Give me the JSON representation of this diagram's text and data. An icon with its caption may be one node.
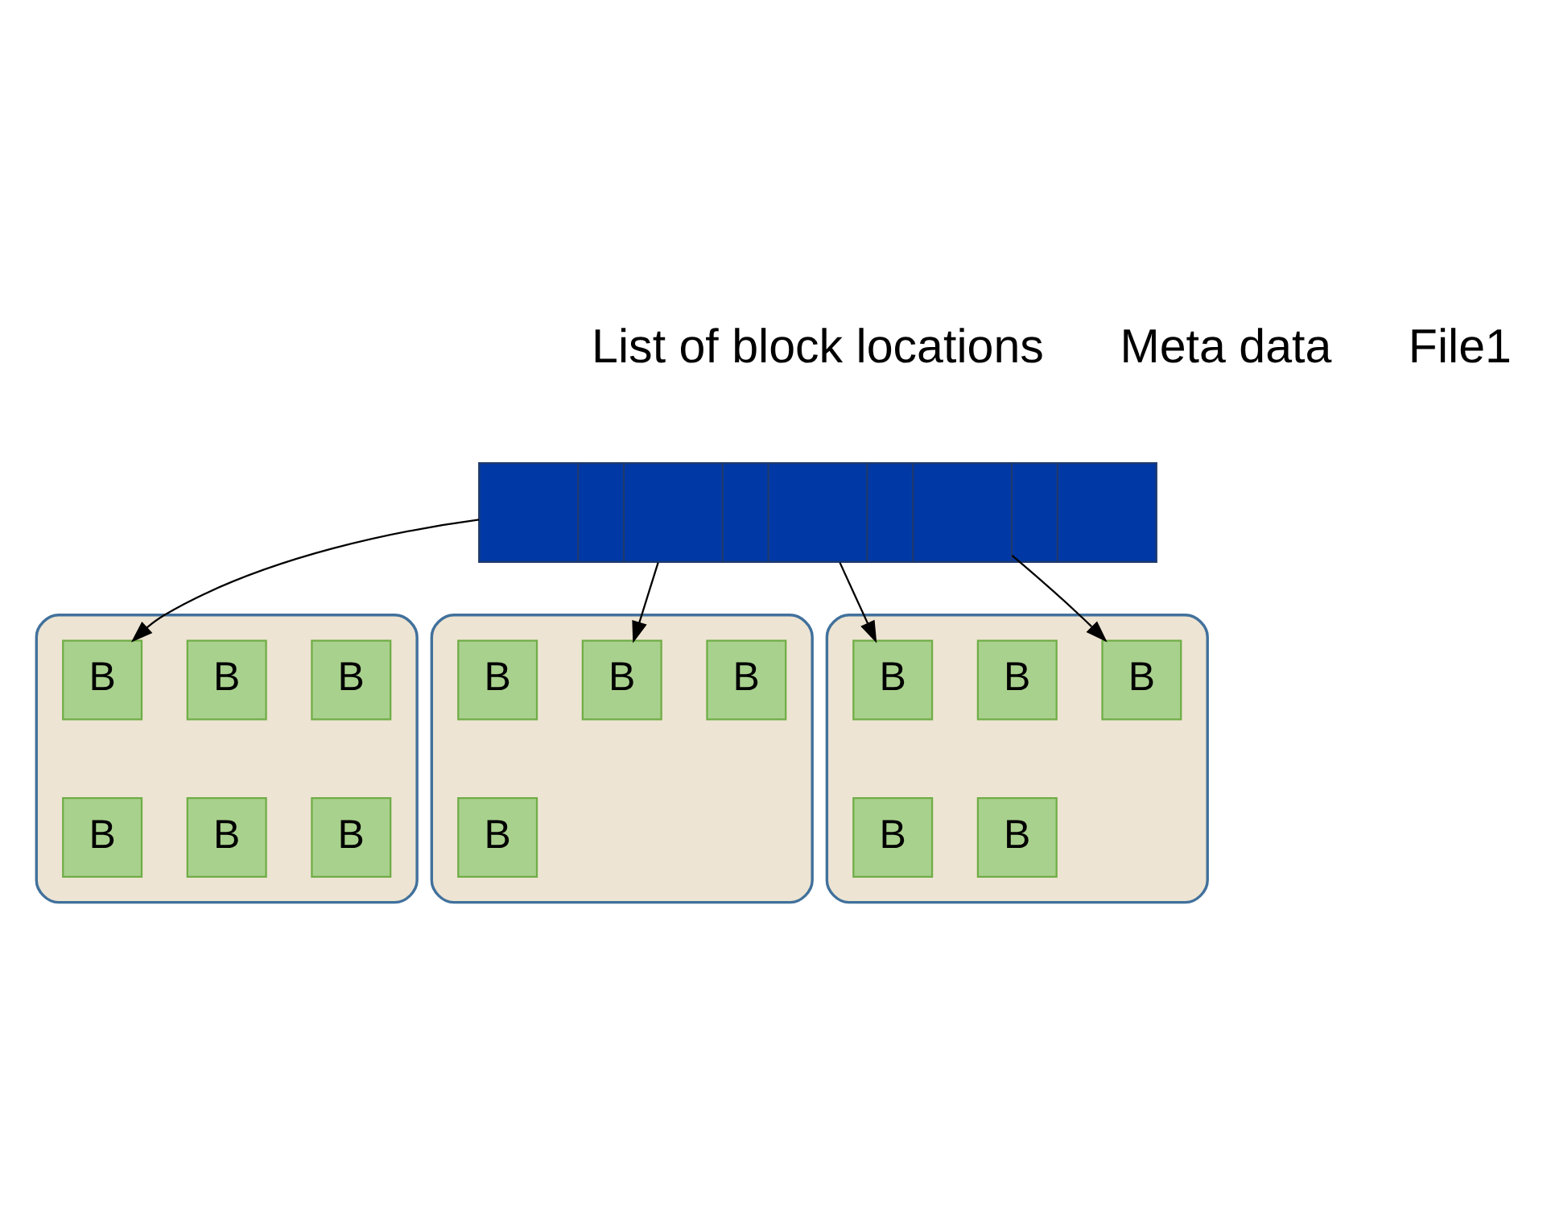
{
  "diagram": {
    "nodes": [
      {
        "text": [],
        "shape": "bar"
      },
      {
        "text": [],
        "shape": "box",
        "in": 0
      },
      {
        "text": [],
        "shape": "box",
        "in": 0
      },
      {
        "text": [],
        "shape": "box",
        "in": 0
      },
      {
        "text": [],
        "shape": "box",
        "in": 0
      },
      {
        "text": [],
        "shape": "box",
        "in": 0
      },
      {
        "text": [],
        "shape": "cylinder"
      },
      {
        "text": [
          "B"
        ],
        "in": 6
      },
      {
        "text": [
          "B"
        ],
        "in": 6
      },
      {
        "text": [
          "B"
        ],
        "in": 6
      },
      {
        "text": [
          "B"
        ],
        "in": 6
      },
      {
        "text": [
          "B"
        ],
        "in": 6
      },
      {
        "text": [
          "B"
        ],
        "in": 6
      },
      {
        "text": [],
        "shape": "cylinder"
      },
      {
        "text": [
          "B"
        ],
        "in": 13
      },
      {
        "text": [
          "B"
        ],
        "in": 13
      },
      {
        "text": [
          "B"
        ],
        "in": 13
      },
      {
        "text": [
          "B"
        ],
        "in": 13
      },
      {
        "text": [],
        "shape": "cylinder"
      },
      {
        "text": [
          "B"
        ],
        "in": 18
      },
      {
        "text": [
          "B"
        ],
        "in": 18
      },
      {
        "text": [
          "B"
        ],
        "in": 18
      },
      {
        "text": [
          "B"
        ],
        "in": 18
      },
      {
        "text": [
          "B"
        ],
        "in": 18
      }
    ],
    "edges": [
      {
        "from": 1,
        "to": 7,
        "arrow": "to"
      },
      {
        "from": 2,
        "to": 15,
        "arrow": "to"
      },
      {
        "from": 3,
        "to": 19,
        "arrow": "to"
      },
      {
        "from": 4,
        "to": 21,
        "arrow": "to"
      }
    ],
    "labels": [
      "List of block locations",
      "Meta data",
      "File1"
    ]
  }
}
